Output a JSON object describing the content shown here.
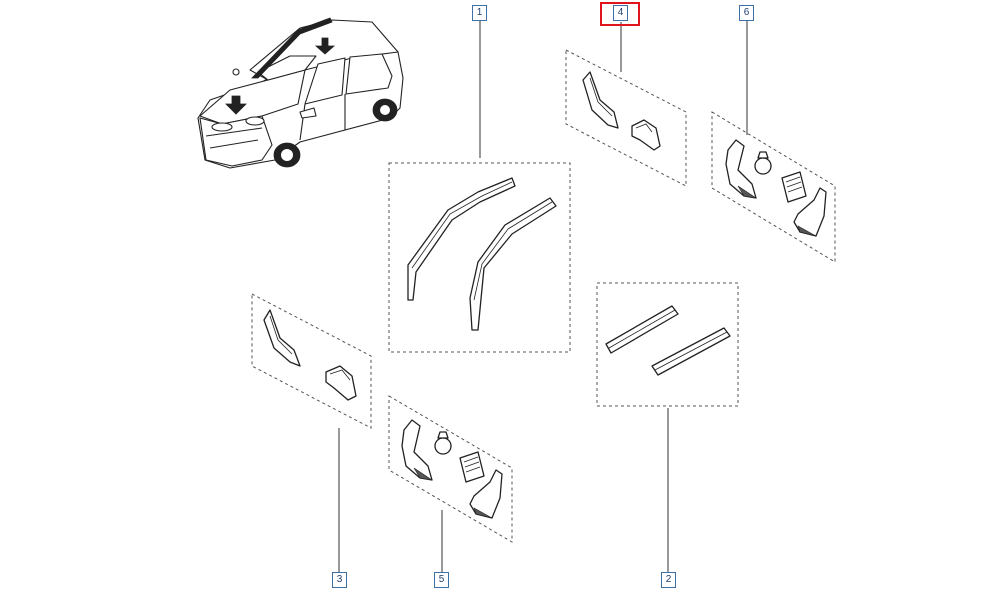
{
  "callouts": [
    {
      "id": "1",
      "label": "1"
    },
    {
      "id": "2",
      "label": "2"
    },
    {
      "id": "3",
      "label": "3"
    },
    {
      "id": "4",
      "label": "4",
      "selected": true
    },
    {
      "id": "5",
      "label": "5"
    },
    {
      "id": "6",
      "label": "6"
    }
  ],
  "colors": {
    "selection": "#e0141c",
    "callout_border": "#3d6fa8",
    "callout_text": "#1f3f70",
    "line": "#222222"
  }
}
